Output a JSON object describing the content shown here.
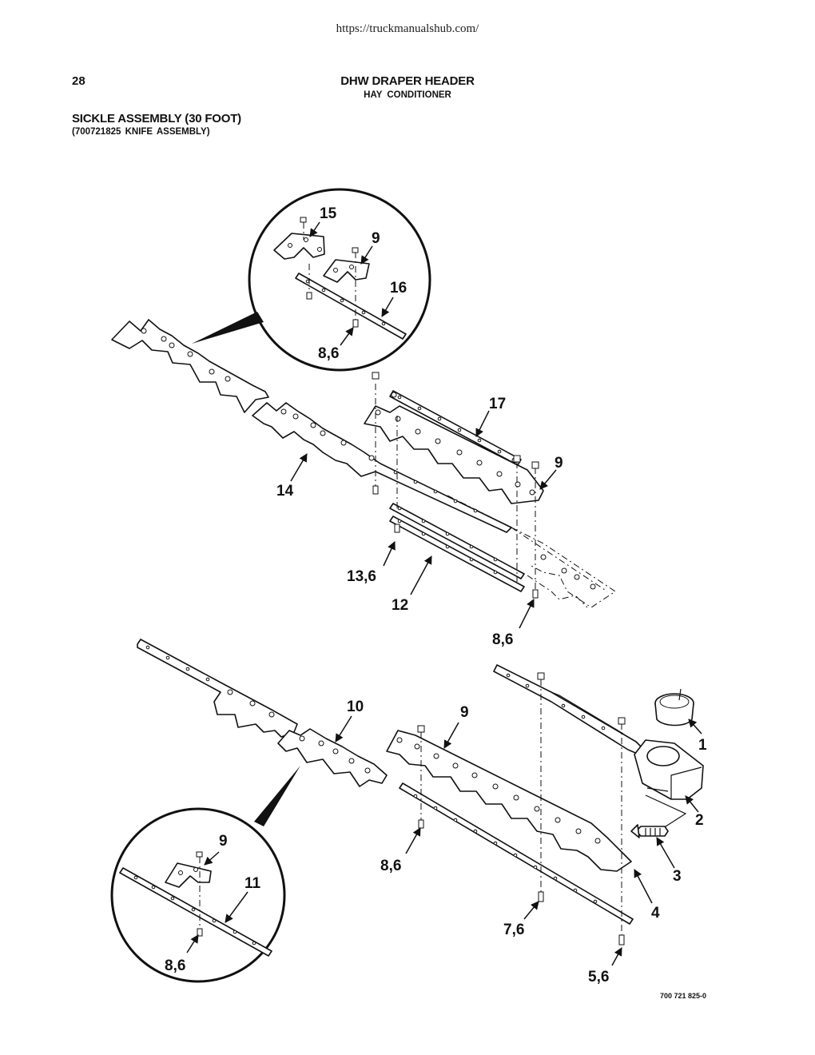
{
  "page": {
    "url": "https://truckmanualshub.com/",
    "number": "28",
    "title": "DHW DRAPER HEADER",
    "subtitle": "HAY CONDITIONER",
    "section_title": "SICKLE ASSEMBLY (30 FOOT)",
    "section_subtitle": "(700721825 KNIFE ASSEMBLY)",
    "figure_code": "700 721 825-0"
  },
  "callouts": {
    "c1": "1",
    "c2": "2",
    "c3": "3",
    "c4": "4",
    "c5_6": "5,6",
    "c7_6": "7,6",
    "c8_6_top_inset": "8,6",
    "c8_6_mid": "8,6",
    "c8_6_lower": "8,6",
    "c8_6_bottom_inset": "8,6",
    "c9_top_inset": "9",
    "c9_mid": "9",
    "c9_lower": "9",
    "c9_bottom_inset": "9",
    "c10": "10",
    "c11": "11",
    "c12": "12",
    "c13_6": "13,6",
    "c14": "14",
    "c15": "15",
    "c16": "16",
    "c17": "17"
  }
}
